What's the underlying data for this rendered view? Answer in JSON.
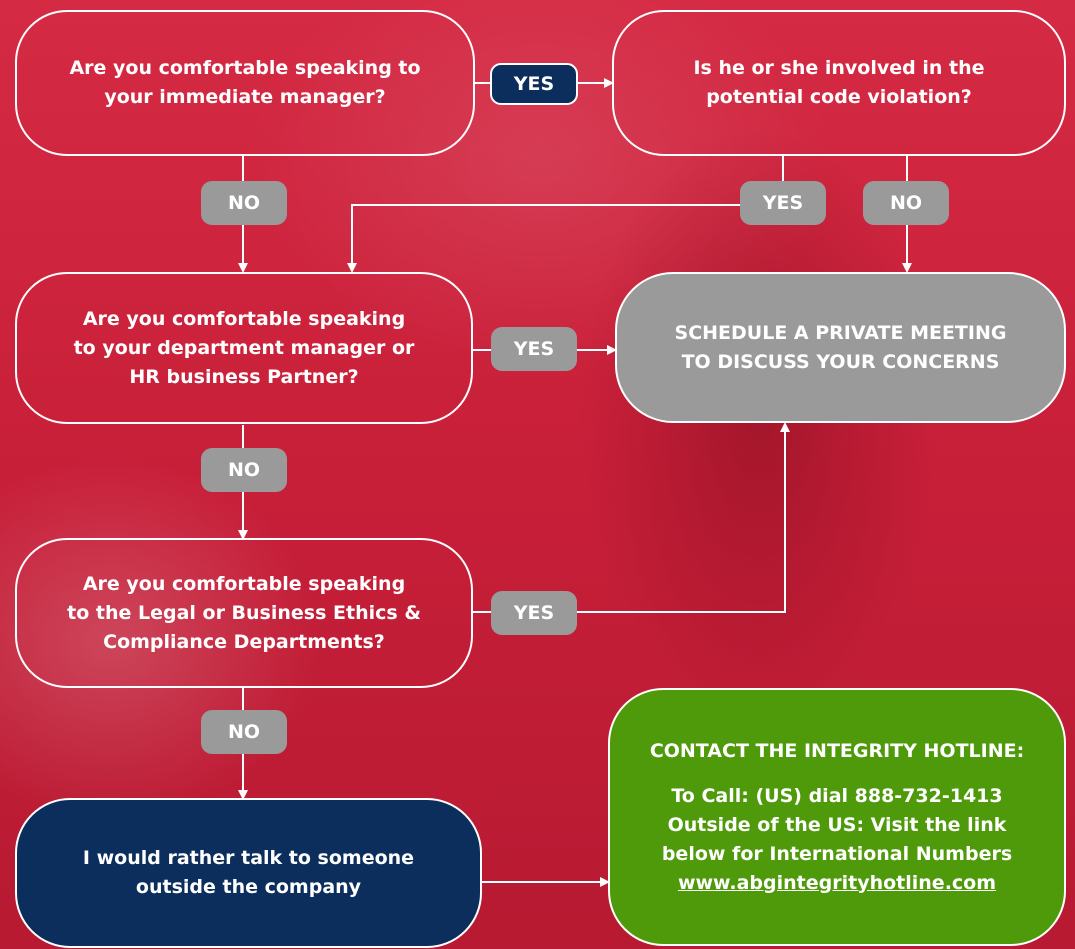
{
  "q1": {
    "lines": [
      "Are you comfortable speaking to",
      "your immediate manager?"
    ]
  },
  "q2": {
    "lines": [
      "Is he or she involved in the",
      "potential code violation?"
    ]
  },
  "q3": {
    "lines": [
      "Are you comfortable speaking",
      "to your department manager or",
      "HR business Partner?"
    ]
  },
  "q4": {
    "lines": [
      "Are you comfortable speaking",
      "to the Legal or Business Ethics &",
      "Compliance Departments?"
    ]
  },
  "meeting": {
    "lines": [
      "SCHEDULE A PRIVATE MEETING",
      "TO DISCUSS YOUR CONCERNS"
    ]
  },
  "outside": {
    "lines": [
      "I would rather talk to someone",
      "outside the company"
    ]
  },
  "hotline": {
    "title": "CONTACT THE INTEGRITY HOTLINE:",
    "lines": [
      "To Call: (US) dial 888-732-1413",
      "Outside of the US: Visit the link",
      "below for International Numbers"
    ],
    "link": "www.abgintegrityhotline.com"
  },
  "labels": {
    "yes": "YES",
    "no": "NO"
  },
  "colors": {
    "background": "#c8223a",
    "gray": "#9a9a9a",
    "navy": "#0c2e5c",
    "green": "#4f9a0b",
    "white": "#ffffff"
  }
}
